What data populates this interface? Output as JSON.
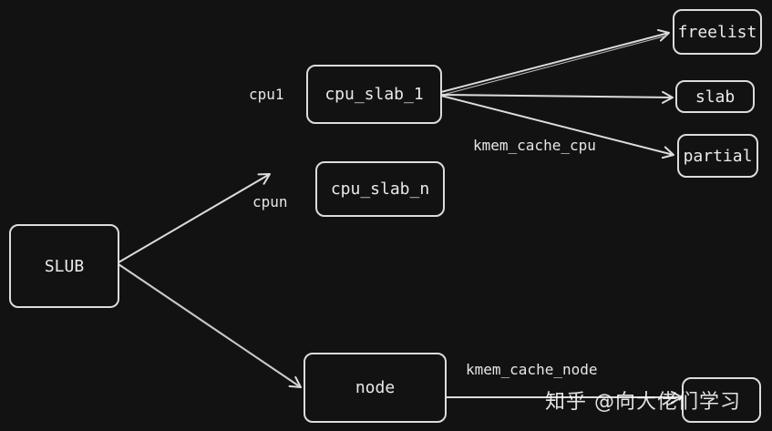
{
  "nodes": {
    "slub": "SLUB",
    "cpu_slab_1": "cpu_slab_1",
    "cpu_slab_n": "cpu_slab_n",
    "node": "node",
    "freelist": "freelist",
    "slab": "slab",
    "partial": "partial"
  },
  "edge_labels": {
    "cpu1": "cpu1",
    "cpun": "cpun",
    "kmem_cache_cpu": "kmem_cache_cpu",
    "kmem_cache_node": "kmem_cache_node"
  },
  "watermark": "知乎 @向大佬们学习"
}
